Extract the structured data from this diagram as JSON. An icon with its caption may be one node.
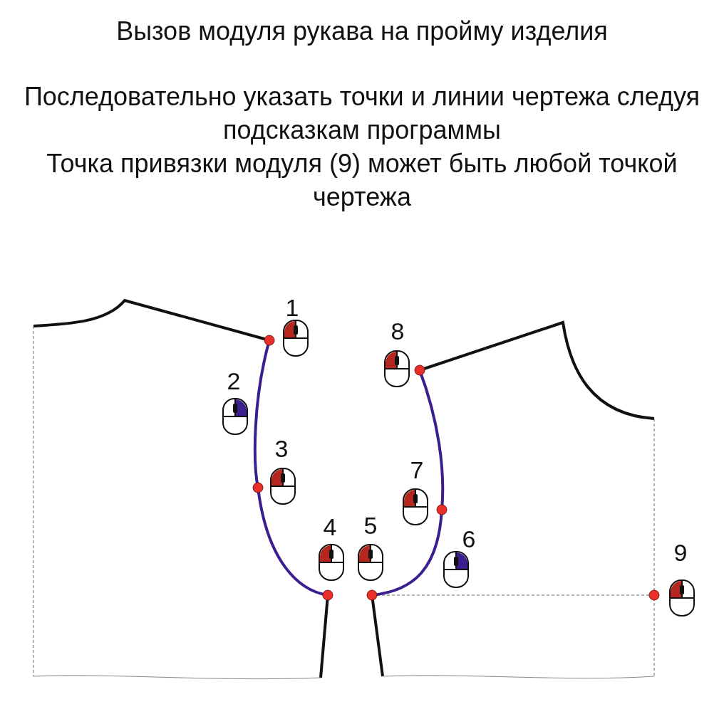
{
  "diagram": {
    "title": "Вызов модуля рукава на пройму изделия",
    "labels": [
      "Последовательно указать точки и линии чертежа следуя подсказкам программы",
      "Точка привязки модуля (9) может быть любой точкой чертежа",
      "1",
      "2",
      "3",
      "4",
      "5",
      "6",
      "7",
      "8",
      "9"
    ]
  }
}
